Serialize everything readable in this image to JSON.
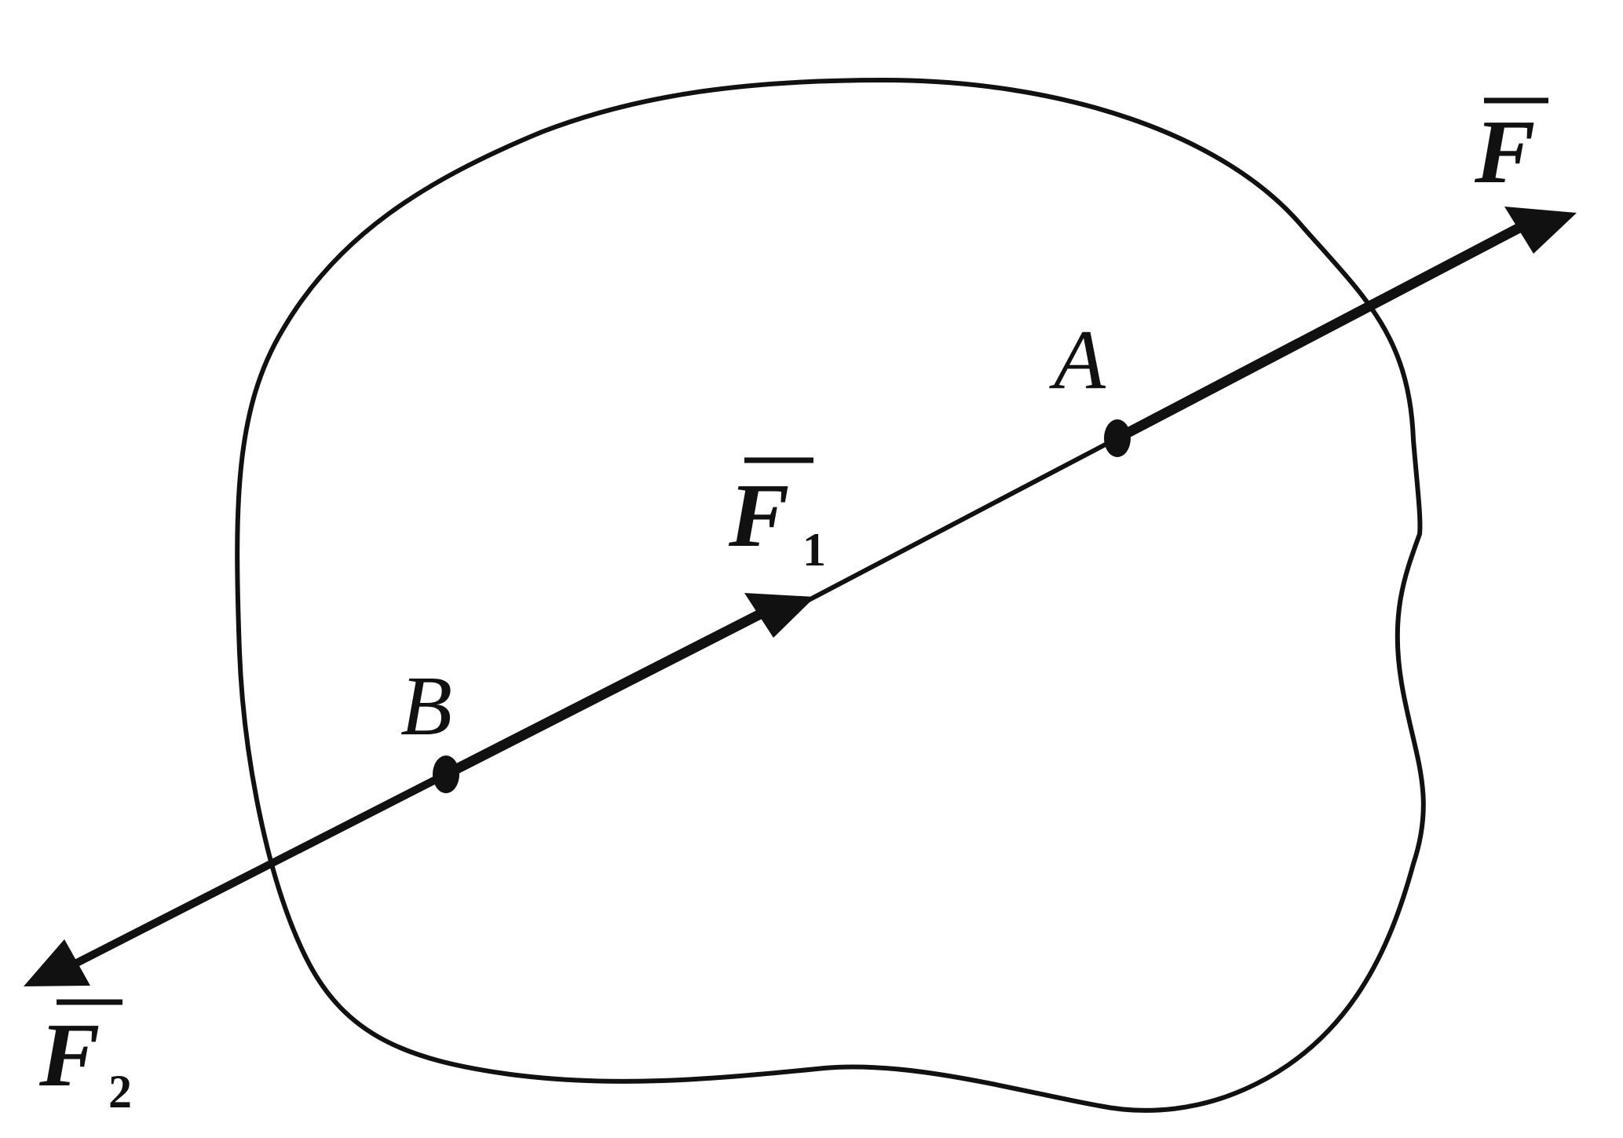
{
  "labels": {
    "force_f": "F",
    "force_f1": "F",
    "force_f1_sub": "1",
    "force_f2": "F",
    "force_f2_sub": "2",
    "point_a": "A",
    "point_b": "B"
  },
  "colors": {
    "ink": "#111111",
    "background": "#ffffff"
  }
}
